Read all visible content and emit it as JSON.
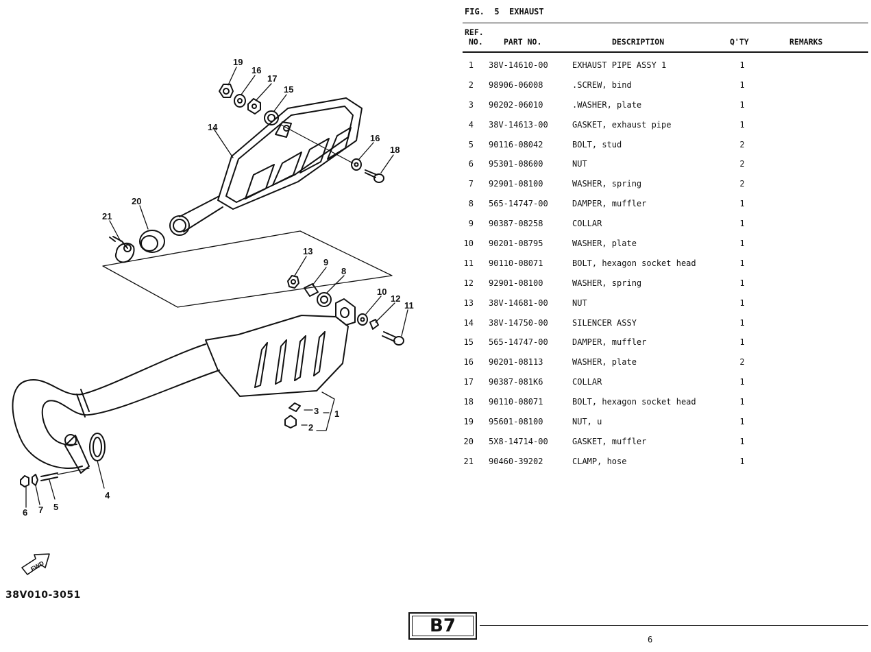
{
  "figure": {
    "label": "FIG.",
    "number": "5",
    "title": "EXHAUST"
  },
  "table": {
    "headers": {
      "ref_line1": "REF.",
      "ref_line2": "NO.",
      "part": "PART NO.",
      "desc": "DESCRIPTION",
      "qty": "Q'TY",
      "remarks": "REMARKS"
    },
    "rows": [
      {
        "ref": "1",
        "part": "38V-14610-00",
        "desc": "EXHAUST PIPE ASSY 1",
        "qty": "1"
      },
      {
        "ref": "2",
        "part": "98906-06008",
        "desc": ".SCREW, bind",
        "qty": "1"
      },
      {
        "ref": "3",
        "part": "90202-06010",
        "desc": ".WASHER, plate",
        "qty": "1"
      },
      {
        "ref": "4",
        "part": "38V-14613-00",
        "desc": "GASKET, exhaust pipe",
        "qty": "1"
      },
      {
        "ref": "5",
        "part": "90116-08042",
        "desc": "BOLT, stud",
        "qty": "2"
      },
      {
        "ref": "6",
        "part": "95301-08600",
        "desc": "NUT",
        "qty": "2"
      },
      {
        "ref": "7",
        "part": "92901-08100",
        "desc": "WASHER, spring",
        "qty": "2"
      },
      {
        "ref": "8",
        "part": "565-14747-00",
        "desc": "DAMPER, muffler",
        "qty": "1"
      },
      {
        "ref": "9",
        "part": "90387-08258",
        "desc": "COLLAR",
        "qty": "1"
      },
      {
        "ref": "10",
        "part": "90201-08795",
        "desc": "WASHER, plate",
        "qty": "1"
      },
      {
        "ref": "11",
        "part": "90110-08071",
        "desc": "BOLT, hexagon socket head",
        "qty": "1"
      },
      {
        "ref": "12",
        "part": "92901-08100",
        "desc": "WASHER, spring",
        "qty": "1"
      },
      {
        "ref": "13",
        "part": "38V-14681-00",
        "desc": "NUT",
        "qty": "1"
      },
      {
        "ref": "14",
        "part": "38V-14750-00",
        "desc": "SILENCER ASSY",
        "qty": "1"
      },
      {
        "ref": "15",
        "part": "565-14747-00",
        "desc": "DAMPER, muffler",
        "qty": "1"
      },
      {
        "ref": "16",
        "part": "90201-08113",
        "desc": "WASHER, plate",
        "qty": "2"
      },
      {
        "ref": "17",
        "part": "90387-081K6",
        "desc": "COLLAR",
        "qty": "1"
      },
      {
        "ref": "18",
        "part": "90110-08071",
        "desc": "BOLT, hexagon socket head",
        "qty": "1"
      },
      {
        "ref": "19",
        "part": "95601-08100",
        "desc": "NUT, u",
        "qty": "1"
      },
      {
        "ref": "20",
        "part": "5X8-14714-00",
        "desc": "GASKET, muffler",
        "qty": "1"
      },
      {
        "ref": "21",
        "part": "90460-39202",
        "desc": "CLAMP, hose",
        "qty": "1"
      }
    ]
  },
  "diagram": {
    "code": "38V010-3051",
    "fwd_label": "FWD",
    "callouts": [
      "19",
      "16",
      "17",
      "15",
      "14",
      "16",
      "18",
      "20",
      "21",
      "13",
      "9",
      "8",
      "10",
      "12",
      "11",
      "3",
      "1",
      "2",
      "4",
      "6",
      "7",
      "5"
    ]
  },
  "footer": {
    "page_code": "B7",
    "page_number": "6"
  }
}
